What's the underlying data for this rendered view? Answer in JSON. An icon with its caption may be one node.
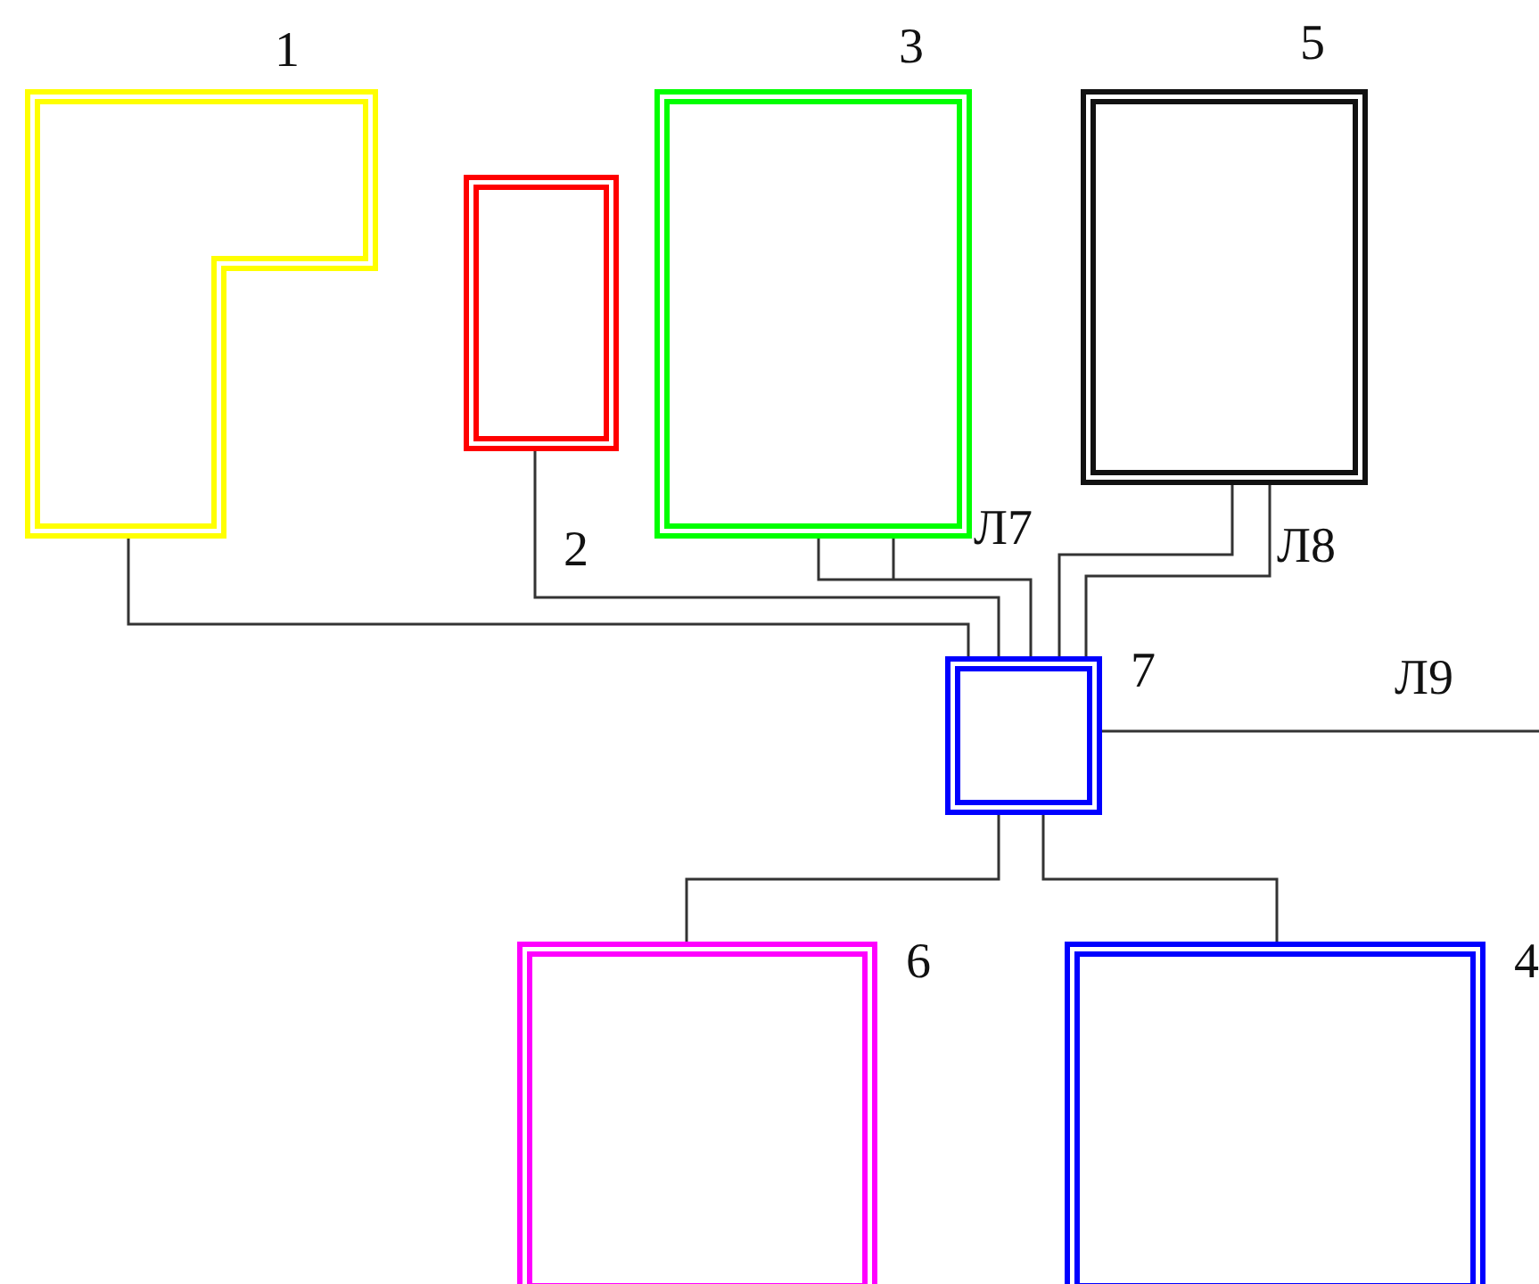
{
  "diagram": {
    "nodes": [
      {
        "text": [
          "1"
        ]
      },
      {
        "text": [
          "2"
        ]
      },
      {
        "text": [
          "3"
        ]
      },
      {
        "text": [
          "5"
        ]
      },
      {
        "text": [
          "7"
        ]
      },
      {
        "text": [
          "6"
        ]
      },
      {
        "text": [
          "4"
        ]
      }
    ],
    "edges": [
      {
        "from": 0,
        "to": 4,
        "arrow": "none"
      },
      {
        "from": 1,
        "to": 4,
        "arrow": "none"
      },
      {
        "from": 2,
        "to": 4,
        "arrow": "none",
        "label": "Л7"
      },
      {
        "from": 3,
        "to": 4,
        "arrow": "none"
      },
      {
        "from": 3,
        "to": 4,
        "arrow": "none",
        "label": "Л8"
      },
      {
        "from": 4,
        "to": null,
        "arrow": "none",
        "label": "Л9"
      },
      {
        "from": 4,
        "to": 5,
        "arrow": "none"
      },
      {
        "from": 4,
        "to": 6,
        "arrow": "none"
      }
    ]
  }
}
